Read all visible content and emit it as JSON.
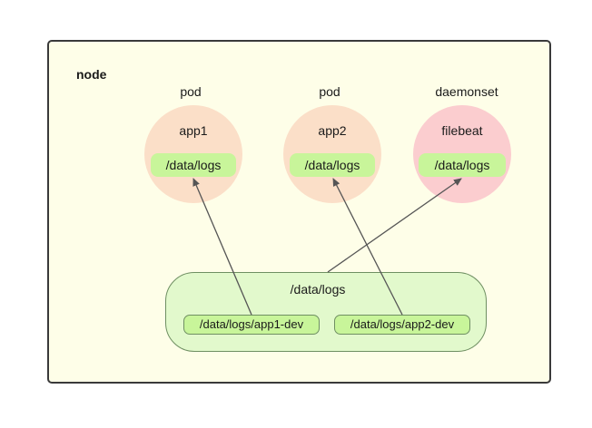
{
  "node": {
    "label": "node"
  },
  "pods": [
    {
      "role": "pod",
      "name": "app1",
      "mount": "/data/logs"
    },
    {
      "role": "pod",
      "name": "app2",
      "mount": "/data/logs"
    },
    {
      "role": "daemonset",
      "name": "filebeat",
      "mount": "/data/logs"
    }
  ],
  "host": {
    "label": "/data/logs",
    "subdirs": [
      "/data/logs/app1-dev",
      "/data/logs/app2-dev"
    ]
  },
  "colors": {
    "node_fill": "#fefee8",
    "pod_fill": "#fbdfc8",
    "daemonset_fill": "#fbcdcf",
    "mount_fill": "#c8f59a",
    "host_fill": "#e2f9cc",
    "arrow": "#555555"
  }
}
